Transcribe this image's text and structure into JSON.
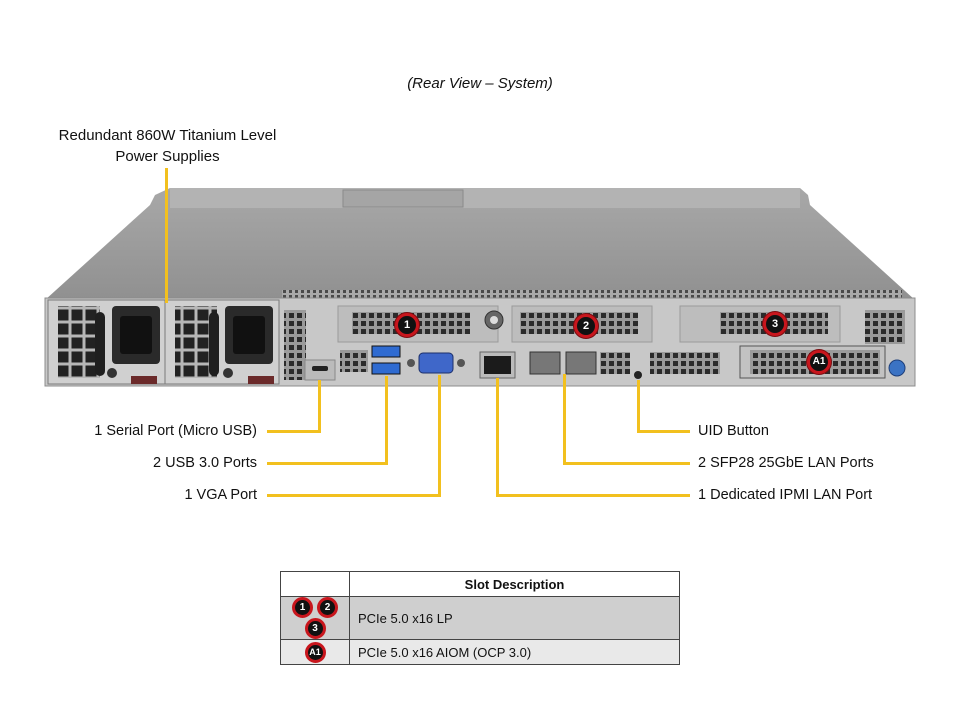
{
  "title": "(Rear View – System)",
  "callouts": {
    "psu": "Redundant 860W Titanium Level Power Supplies",
    "psu_line1": "Redundant 860W Titanium Level",
    "psu_line2": "Power Supplies",
    "serial": "1 Serial Port (Micro USB)",
    "usb": "2 USB 3.0 Ports",
    "vga": "1 VGA Port",
    "uid": "UID Button",
    "sfp": "2 SFP28 25GbE LAN Ports",
    "ipmi": "1 Dedicated IPMI LAN Port"
  },
  "slot_markers": [
    "1",
    "2",
    "3",
    "A1"
  ],
  "slot_table": {
    "header": "Slot Description",
    "rows": [
      {
        "markers": [
          "1",
          "2",
          "3"
        ],
        "description": "PCIe 5.0 x16 LP"
      },
      {
        "markers": [
          "A1"
        ],
        "description": "PCIe 5.0 x16 AIOM (OCP 3.0)"
      }
    ]
  },
  "colors": {
    "leader_line": "#f2c01e",
    "badge_ring": "#c8161d",
    "badge_fill": "#111111",
    "row_shaded": "#cfcfcf"
  }
}
